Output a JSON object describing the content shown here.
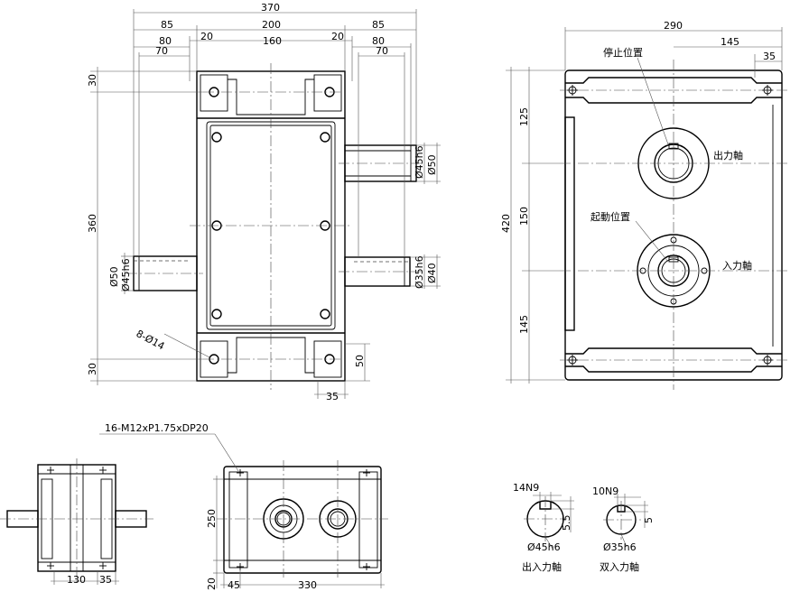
{
  "top_view": {
    "d_total": "370",
    "d_85_left": "85",
    "d_85_right": "85",
    "d_200": "200",
    "d_80_left": "80",
    "d_80_right": "80",
    "d_20_left": "20",
    "d_20_right": "20",
    "d_160": "160",
    "d_70_left": "70",
    "d_70_right": "70",
    "d_30_top": "30",
    "d_360": "360",
    "d_30_bottom": "30",
    "d_50": "50",
    "d_35": "35",
    "hole_callout": "8-Ø14",
    "shaft_out_fit": "Ø45h6",
    "shaft_out_dia": "Ø50",
    "shaft_in_fit": "Ø35h6",
    "shaft_in_dia": "Ø40",
    "left_shaft_dia": "Ø50",
    "left_shaft_fit": "Ø45h6"
  },
  "side_view": {
    "d_290": "290",
    "d_145": "145",
    "d_35": "35",
    "d_420": "420",
    "d_125": "125",
    "d_150": "150",
    "d_145_v": "145",
    "stop_position": "停止位置",
    "start_position": "起動位置",
    "output_shaft": "出力軸",
    "input_shaft": "入力軸"
  },
  "bottom_left": {
    "d_130": "130",
    "d_35": "35"
  },
  "bottom_mid": {
    "thread_callout": "16-M12xP1.75xDP20",
    "d_250": "250",
    "d_20": "20",
    "d_45": "45",
    "d_330": "330"
  },
  "keyways": {
    "k1_width": "14N9",
    "k1_depth": "5.5",
    "k1_dia": "Ø45h6",
    "k1_label": "出入力軸",
    "k2_width": "10N9",
    "k2_depth": "5",
    "k2_dia": "Ø35h6",
    "k2_label": "双入力軸"
  }
}
